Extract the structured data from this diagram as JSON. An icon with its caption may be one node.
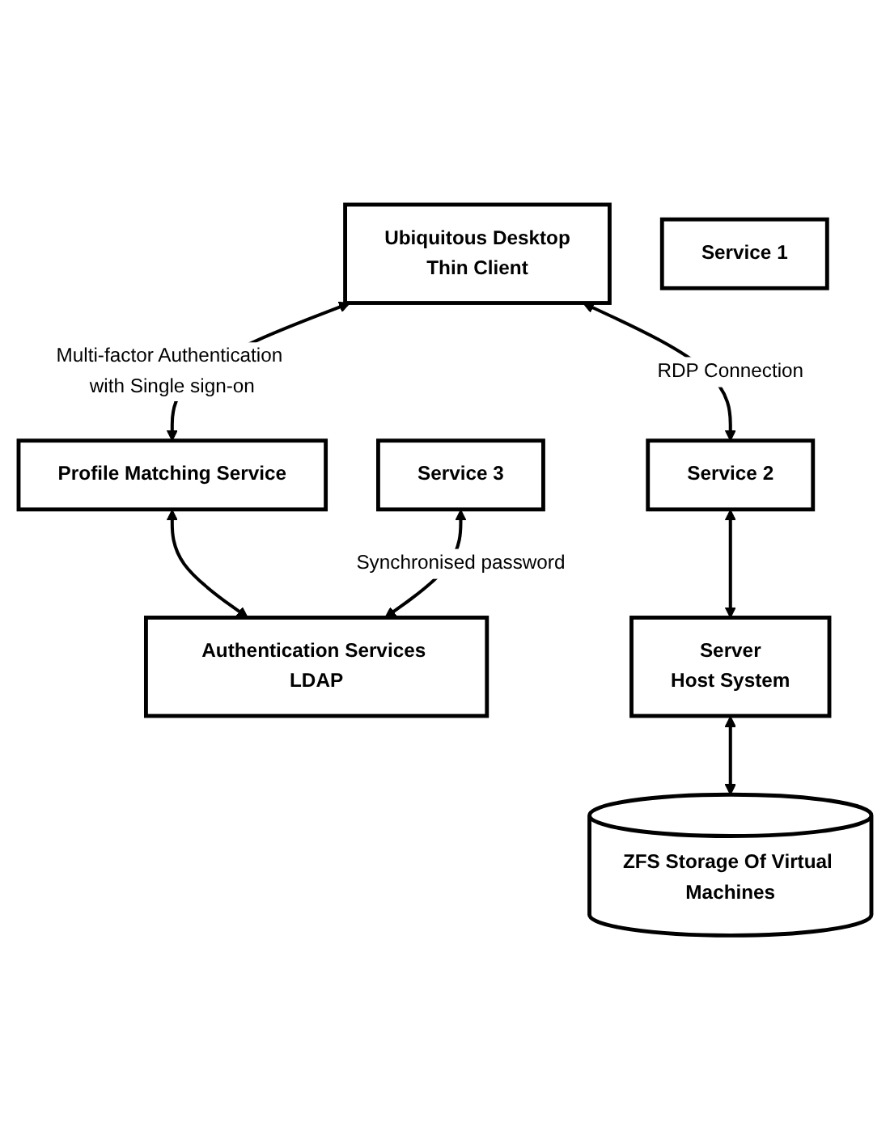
{
  "diagram": {
    "nodes": [
      {
        "text": [
          "Ubiquitous Desktop",
          "Thin Client"
        ]
      },
      {
        "text": [
          "Profile Matching Service"
        ]
      },
      {
        "text": [
          "Service 1"
        ]
      },
      {
        "text": [
          "Service 2"
        ]
      },
      {
        "text": [
          "Service 3"
        ]
      },
      {
        "text": [
          "Authentication Services LDAP"
        ]
      },
      {
        "text": [
          "Server",
          "Host System"
        ]
      },
      {
        "text": [
          "ZFS Storage Of Virtual Machines"
        ]
      }
    ],
    "edges": [
      {
        "from": 0,
        "to": 1,
        "arrow": "both",
        "label": "Multi-factor Authentication with Single sign-on"
      },
      {
        "from": 0,
        "to": 3,
        "arrow": "both",
        "label": "RDP Connection"
      },
      {
        "from": 1,
        "to": 5,
        "arrow": "both"
      },
      {
        "from": 4,
        "to": 5,
        "arrow": "both",
        "label": "Synchronised password"
      },
      {
        "from": 3,
        "to": 6,
        "arrow": "both"
      },
      {
        "from": 6,
        "to": 7,
        "arrow": "both"
      }
    ]
  }
}
